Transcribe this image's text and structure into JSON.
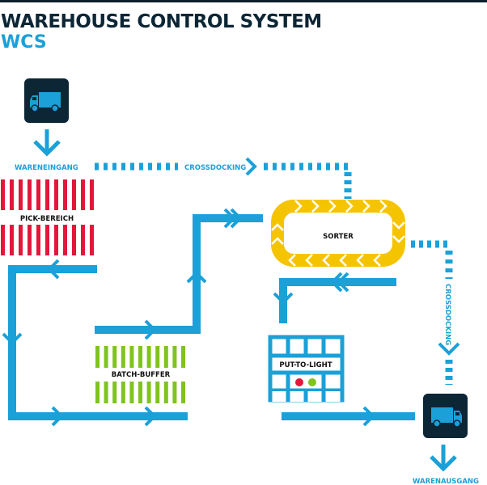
{
  "header": {
    "title": "WAREHOUSE CONTROL SYSTEM",
    "subtitle": "WCS"
  },
  "labels": {
    "inbound": "WARENEINGANG",
    "crossdocking_top": "CROSSDOCKING",
    "pick_area": "PICK-BEREICH",
    "batch_buffer": "BATCH-BUFFER",
    "sorter": "SORTER",
    "put_to_light": "PUT-TO-LIGHT",
    "crossdocking_right": "CROSSDOCKING",
    "outbound": "WARENAUSGANG"
  },
  "colors": {
    "flow": "#1ba0d8",
    "dark": "#0d2635",
    "pick": "#e4163a",
    "buffer": "#7fc41c",
    "sorter": "#f5c400"
  }
}
